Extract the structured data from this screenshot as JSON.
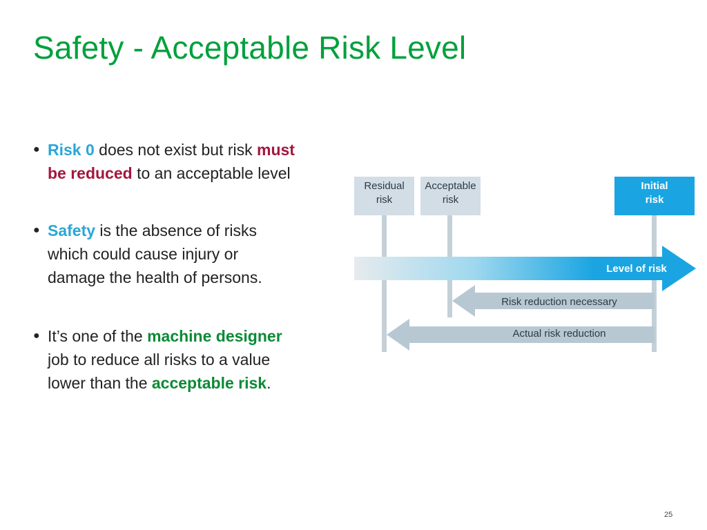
{
  "slide": {
    "title": "Safety - Acceptable Risk Level",
    "page_number": "25"
  },
  "bullets": [
    {
      "marker": "●",
      "parts": [
        {
          "text": "Risk 0",
          "style": "blue"
        },
        {
          "text": " does not exist but risk ",
          "style": "plain"
        },
        {
          "text": "must",
          "style": "red"
        },
        {
          "text": "be reduced",
          "style": "blue",
          "line_break_before": true
        },
        {
          "text": " to an acceptable level",
          "style": "plain"
        }
      ]
    },
    {
      "marker": "●",
      "parts": [
        {
          "text": "Safety",
          "style": "blue"
        },
        {
          "text": " is the absence of risks",
          "style": "plain"
        },
        {
          "text": "which could cause injury or",
          "style": "plain",
          "line_break_before": true
        },
        {
          "text": "damage the health of persons.",
          "style": "plain",
          "line_break_before": true
        }
      ]
    },
    {
      "marker": "●",
      "parts": [
        {
          "text": "It’s one of the ",
          "style": "plain"
        },
        {
          "text": "machine designer",
          "style": "green"
        },
        {
          "text": "job to reduce all risks to a value",
          "style": "plain",
          "line_break_before": true
        },
        {
          "text": "lower than the ",
          "style": "plain",
          "line_break_before": true
        },
        {
          "text": "acceptable risk",
          "style": "green"
        },
        {
          "text": ".",
          "style": "plain"
        }
      ]
    }
  ],
  "diagram": {
    "residual_label_1": "Residual",
    "residual_label_2": "risk",
    "acceptable_label_1": "Acceptable",
    "acceptable_label_2": "risk",
    "initial_label_1": "Initial",
    "initial_label_2": "risk",
    "level_arrow_label": "Level of risk",
    "reduction_necessary_label": "Risk reduction necessary",
    "actual_reduction_label": "Actual risk reduction",
    "colors": {
      "label_box_gray": "#d2dde6",
      "initial_box_blue": "#1aa5e2",
      "arrow_gray": "#b8c8d3",
      "vertical_line": "#c4d0d8"
    }
  }
}
